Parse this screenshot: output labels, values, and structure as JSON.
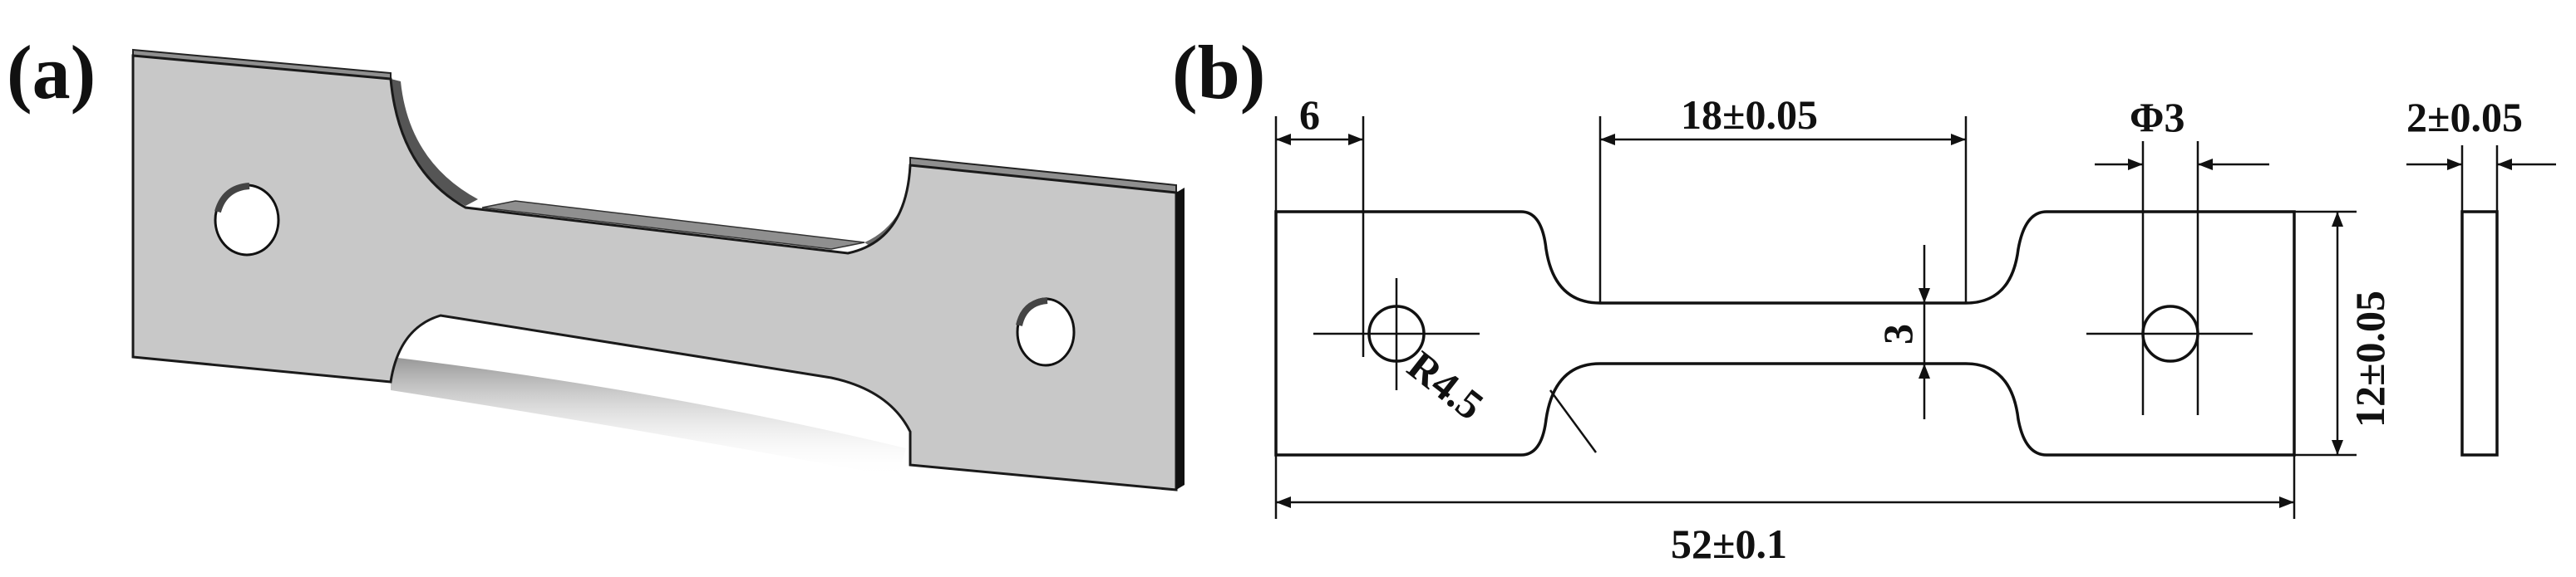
{
  "panel_a": {
    "label": "(a)",
    "colors": {
      "top": "#8f8f8f",
      "face": "#c8c8c8",
      "edge": "#1a1a1a",
      "hole": "#ffffff",
      "shadow": "#9a9a9a"
    }
  },
  "panel_b": {
    "label": "(b)",
    "dimensions": {
      "grip_offset": "6",
      "gauge_length": "18±0.05",
      "hole_diameter": "Φ3",
      "thickness": "2±0.05",
      "width": "12±0.05",
      "gauge_width": "3",
      "fillet_radius": "R4.5",
      "total_length": "52±0.1"
    },
    "colors": {
      "line": "#111111"
    }
  }
}
